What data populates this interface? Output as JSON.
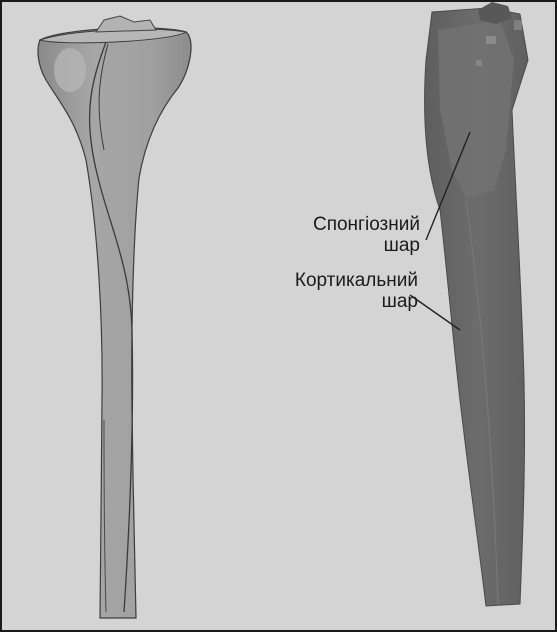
{
  "figure": {
    "colors": {
      "background": "#d4d4d4",
      "border": "#1a1a1a",
      "bone_left": "#9d9d9d",
      "bone_right": "#6a6a6a",
      "leader": "#222222"
    }
  },
  "labels": {
    "cancellous_line1": "Спонгіозний",
    "cancellous_line2": "шар",
    "cortical_line1": "Кортикальний",
    "cortical_line2": "шар"
  }
}
